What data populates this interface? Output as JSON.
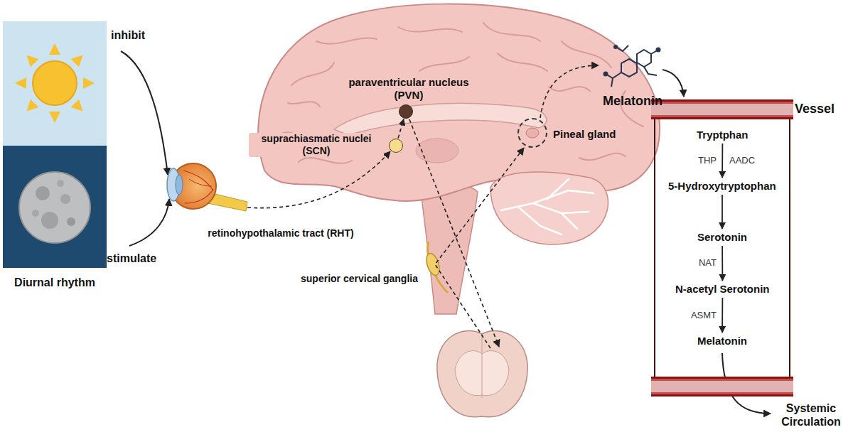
{
  "diagram": {
    "nodes": [
      {
        "text": [
          "paraventricular nucleus (PVN)"
        ]
      },
      {
        "text": [
          "suprachiasmatic nuclei (SCN)"
        ]
      },
      {
        "text": [
          "Pineal gland"
        ]
      },
      {
        "text": [
          "Vessel"
        ]
      },
      {
        "text": [
          "Tryptphan"
        ],
        "in": 3
      },
      {
        "text": [
          "5-Hydroxytryptophan"
        ],
        "in": 3
      },
      {
        "text": [
          "Serotonin"
        ],
        "in": 3
      },
      {
        "text": [
          "N-acetyl Serotonin"
        ],
        "in": 3
      },
      {
        "text": [
          "Melatonin"
        ],
        "in": 3
      }
    ],
    "edges": [
      {
        "from": 1,
        "to": 0,
        "arrow": "to"
      },
      {
        "from": 4,
        "to": 5,
        "arrow": "to"
      },
      {
        "from": 5,
        "to": 6,
        "arrow": "to"
      },
      {
        "from": 6,
        "to": 7,
        "arrow": "to"
      },
      {
        "from": 7,
        "to": 8,
        "arrow": "to"
      }
    ],
    "labels": [
      "inhibit",
      "stimulate",
      "Diurnal rhythm",
      "retinohypothalamic tract (RHT)",
      "superior cervical ganglia",
      "Melatonin",
      "THP",
      "AADC",
      "NAT",
      "ASMT",
      "Systemic Circulation"
    ]
  }
}
